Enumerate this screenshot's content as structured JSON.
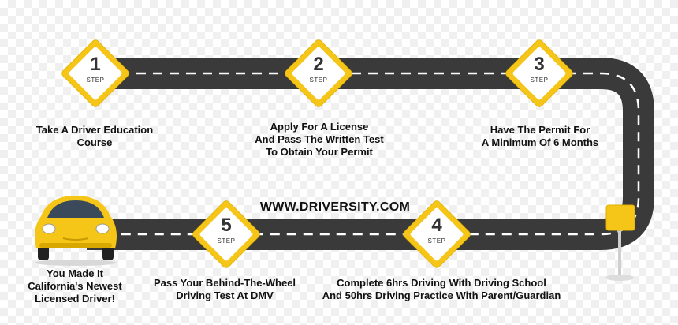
{
  "website": "WWW.DRIVERSITY.COM",
  "step_label": "STEP",
  "steps": [
    {
      "number": "1",
      "caption": "Take A Driver Education\nCourse"
    },
    {
      "number": "2",
      "caption": "Apply For A License\nAnd Pass The Written Test\nTo Obtain Your Permit"
    },
    {
      "number": "3",
      "caption": "Have The Permit For\nA Minimum Of 6 Months"
    },
    {
      "number": "4",
      "caption": "Complete 6hrs Driving With Driving School\nAnd 50hrs Driving Practice With Parent/Guardian"
    },
    {
      "number": "5",
      "caption": "Pass Your Behind-The-Wheel\nDriving Test At DMV"
    }
  ],
  "finish_caption": "You Made It\nCalifornia's Newest\nLicensed Driver!",
  "icons": [
    "car-icon",
    "finish-flag-icon"
  ],
  "colors": {
    "road": "#3a3a3a",
    "lane": "#ffffff",
    "sign_yellow": "#f5c518",
    "car_yellow": "#f5c518",
    "text": "#111111"
  }
}
